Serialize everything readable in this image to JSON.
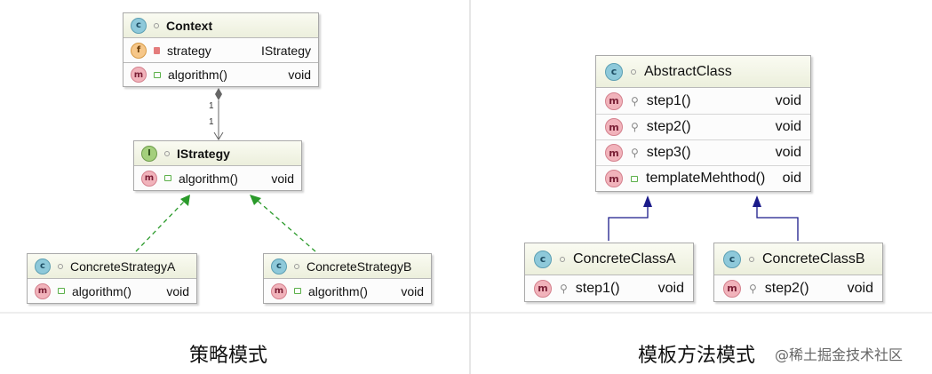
{
  "strategy_diagram": {
    "caption": "策略模式",
    "multiplicity_top": "1",
    "multiplicity_bottom": "1",
    "context": {
      "name": "Context",
      "badge": "c",
      "fields": [
        {
          "badge": "f",
          "name": "strategy",
          "type": "IStrategy"
        }
      ],
      "methods": [
        {
          "badge": "m",
          "name": "algorithm()",
          "type": "void"
        }
      ]
    },
    "istrategy": {
      "name": "IStrategy",
      "badge": "I",
      "methods": [
        {
          "badge": "m",
          "name": "algorithm()",
          "type": "void"
        }
      ]
    },
    "concrete_a": {
      "name": "ConcreteStrategyA",
      "badge": "c",
      "methods": [
        {
          "badge": "m",
          "name": "algorithm()",
          "type": "void"
        }
      ]
    },
    "concrete_b": {
      "name": "ConcreteStrategyB",
      "badge": "c",
      "methods": [
        {
          "badge": "m",
          "name": "algorithm()",
          "type": "void"
        }
      ]
    }
  },
  "template_diagram": {
    "caption": "模板方法模式",
    "abstract": {
      "name": "AbstractClass",
      "badge": "c",
      "methods": [
        {
          "badge": "m",
          "name": "step1()",
          "type": "void"
        },
        {
          "badge": "m",
          "name": "step2()",
          "type": "void"
        },
        {
          "badge": "m",
          "name": "step3()",
          "type": "void"
        },
        {
          "badge": "m",
          "name": "templateMehthod()",
          "type": "oid"
        }
      ]
    },
    "concrete_a": {
      "name": "ConcreteClassA",
      "badge": "c",
      "methods": [
        {
          "badge": "m",
          "name": "step1()",
          "type": "void"
        }
      ]
    },
    "concrete_b": {
      "name": "ConcreteClassB",
      "badge": "c",
      "methods": [
        {
          "badge": "m",
          "name": "step2()",
          "type": "void"
        }
      ]
    }
  },
  "watermark": "@稀土掘金技术社区",
  "colors": {
    "realization_arrow": "#2a9a2a",
    "inheritance_arrow": "#1b1b8a",
    "composition": "#666666",
    "divider": "#cccccc"
  }
}
